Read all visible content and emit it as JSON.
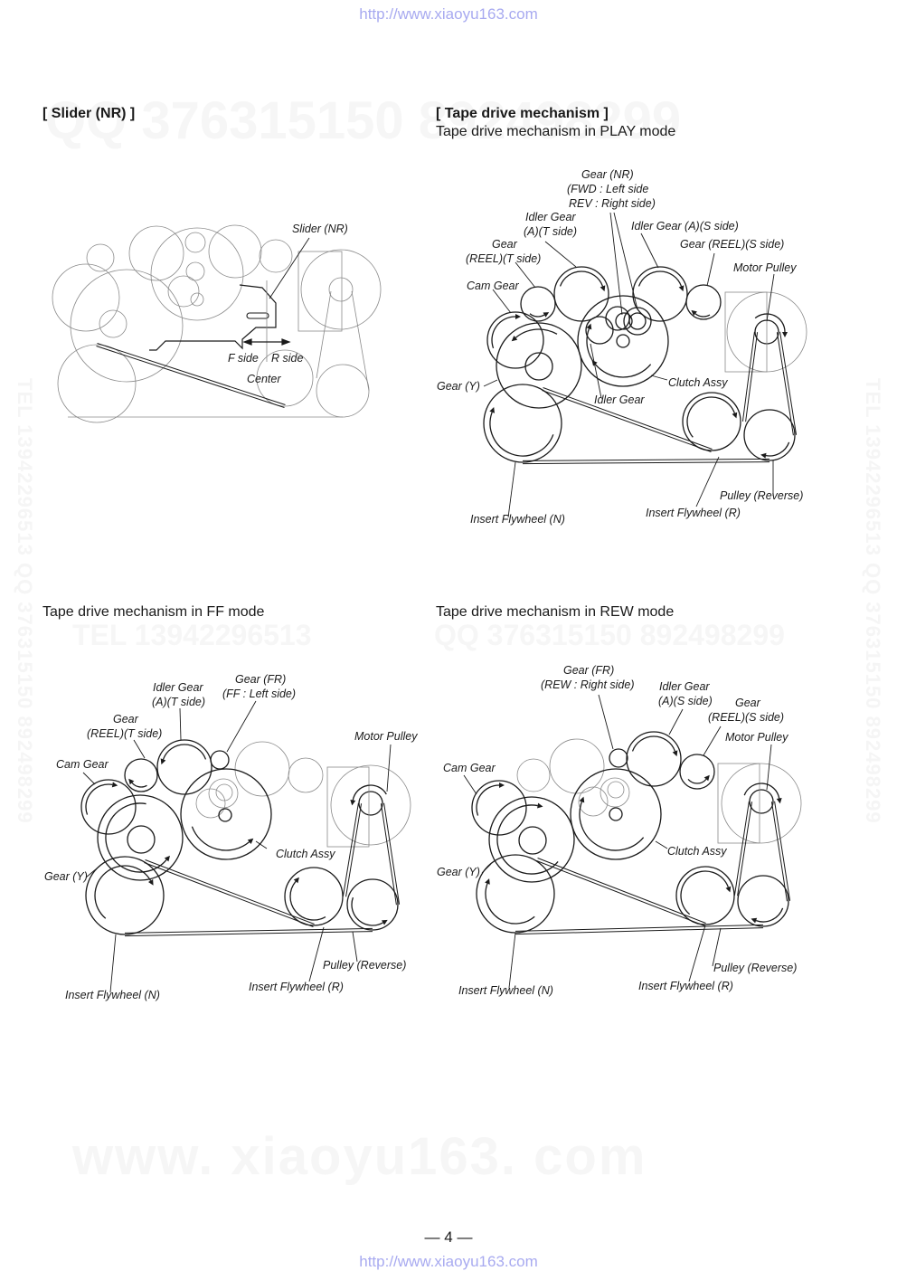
{
  "page": {
    "header_url": "http://www.xiaoyu163.com",
    "footer_url": "http://www.xiaoyu163.com",
    "page_number": "— 4 —",
    "watermarks": {
      "top": "QQ 376315150 892498299",
      "ff_row": "TEL 13942296513",
      "rew_row": "QQ 376315150 892498299",
      "bottom": "www. xiaoyu163. com",
      "right_vertical": "TEL 13942296513  QQ 376315150  892498299",
      "left_vertical": "TEL 13942296513  QQ 376315150  892498299"
    }
  },
  "sections": {
    "slider": {
      "heading": "[ Slider (NR) ]",
      "labels": {
        "slider_nr": "Slider (NR)",
        "f_side": "F side",
        "r_side": "R side",
        "center": "Center"
      }
    },
    "tape_drive": {
      "heading": "[ Tape drive mechanism ]",
      "play": {
        "title": "Tape drive mechanism in PLAY mode",
        "labels": {
          "gear_nr_1": "Gear (NR)",
          "gear_nr_2": "(FWD : Left side",
          "gear_nr_3": "REV : Right side)",
          "idler_a_t_1": "Idler Gear",
          "idler_a_t_2": "(A)(T side)",
          "idler_a_s": "Idler Gear (A)(S side)",
          "gear_reel_t_1": "Gear",
          "gear_reel_t_2": "(REEL)(T side)",
          "gear_reel_s": "Gear (REEL)(S side)",
          "motor_pulley": "Motor Pulley",
          "cam_gear": "Cam Gear",
          "gear_y": "Gear (Y)",
          "clutch_assy": "Clutch Assy",
          "idler_gear": "Idler Gear",
          "pulley_reverse": "Pulley (Reverse)",
          "insert_flywheel_r": "Insert Flywheel (R)",
          "insert_flywheel_n": "Insert Flywheel (N)"
        }
      },
      "ff": {
        "title": "Tape drive mechanism in FF mode",
        "labels": {
          "idler_a_t_1": "Idler Gear",
          "idler_a_t_2": "(A)(T side)",
          "gear_fr_1": "Gear (FR)",
          "gear_fr_2": "(FF : Left side)",
          "gear_reel_t_1": "Gear",
          "gear_reel_t_2": "(REEL)(T side)",
          "motor_pulley": "Motor Pulley",
          "cam_gear": "Cam Gear",
          "clutch_assy": "Clutch Assy",
          "gear_y": "Gear (Y)",
          "pulley_reverse": "Pulley (Reverse)",
          "insert_flywheel_r": "Insert Flywheel (R)",
          "insert_flywheel_n": "Insert Flywheel (N)"
        }
      },
      "rew": {
        "title": "Tape drive mechanism in REW mode",
        "labels": {
          "gear_fr_1": "Gear (FR)",
          "gear_fr_2": "(REW : Right side)",
          "idler_a_s_1": "Idler Gear",
          "idler_a_s_2": "(A)(S side)",
          "gear_reel_s_1": "Gear",
          "gear_reel_s_2": "(REEL)(S side)",
          "motor_pulley": "Motor Pulley",
          "cam_gear": "Cam Gear",
          "clutch_assy": "Clutch Assy",
          "gear_y": "Gear (Y)",
          "pulley_reverse": "Pulley (Reverse)",
          "insert_flywheel_r": "Insert Flywheel (R)",
          "insert_flywheel_n": "Insert Flywheel (N)"
        }
      }
    }
  },
  "colors": {
    "url": "#a8aaf0",
    "line": "#1a1a1a",
    "faint_line": "#8a8a8a"
  }
}
